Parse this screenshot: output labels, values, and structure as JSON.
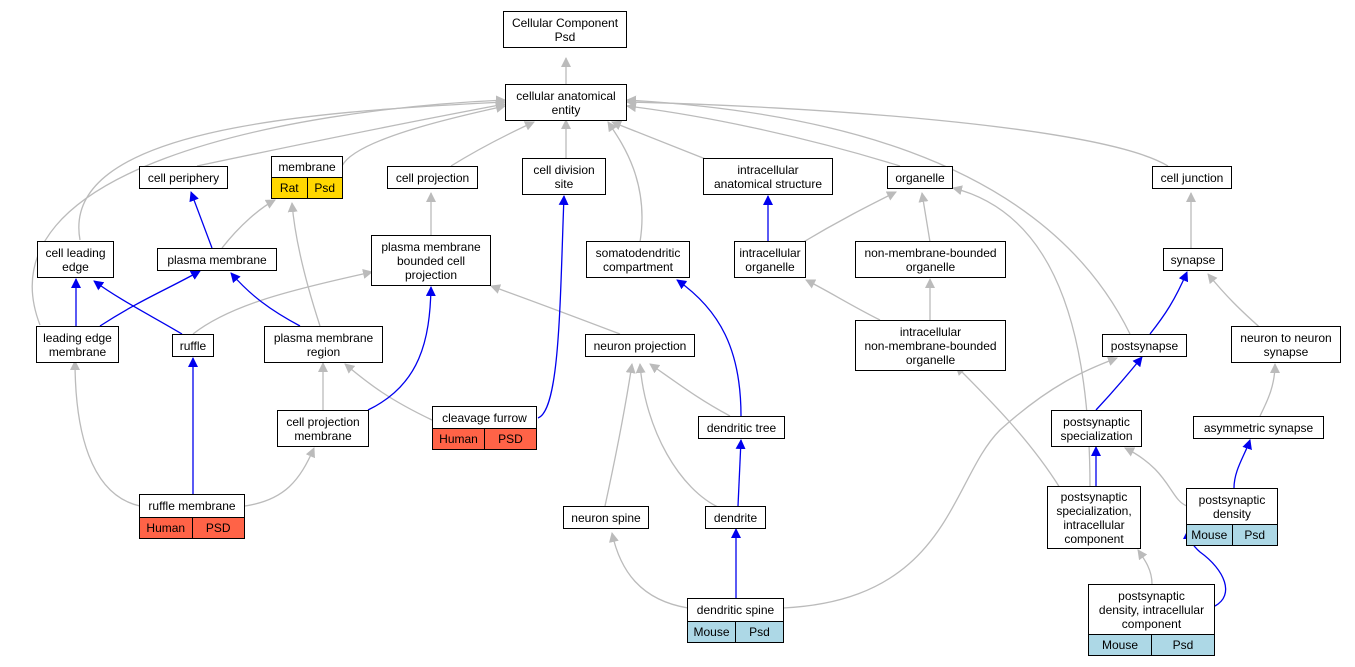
{
  "colors": {
    "is_a_edge": "#bbbbbb",
    "part_of_edge": "#0000ee",
    "node_border": "#000000",
    "human_tag": "#ff6347",
    "mouse_tag": "#add8e6",
    "rat_tag": "#ffd700"
  },
  "nodes": {
    "cc_psd": {
      "label": "Cellular Component\nPsd"
    },
    "cae": {
      "label": "cellular anatomical\nentity"
    },
    "periphery": {
      "label": "cell periphery"
    },
    "membrane": {
      "label": "membrane",
      "tags": [
        "Rat",
        "Psd"
      ]
    },
    "cell_projection": {
      "label": "cell projection"
    },
    "cds": {
      "label": "cell division\nsite"
    },
    "ias": {
      "label": "intracellular\nanatomical structure"
    },
    "organelle": {
      "label": "organelle"
    },
    "junction": {
      "label": "cell junction"
    },
    "leading_edge": {
      "label": "cell leading\nedge"
    },
    "plasma_membrane": {
      "label": "plasma membrane"
    },
    "pmbcp": {
      "label": "plasma membrane\nbounded cell\nprojection"
    },
    "somato": {
      "label": "somatodendritic\ncompartment"
    },
    "io": {
      "label": "intracellular\norganelle"
    },
    "nmbo": {
      "label": "non-membrane-bounded\norganelle"
    },
    "synapse": {
      "label": "synapse"
    },
    "lem": {
      "label": "leading edge\nmembrane"
    },
    "ruffle": {
      "label": "ruffle"
    },
    "pmr": {
      "label": "plasma membrane\nregion"
    },
    "neuron_projection": {
      "label": "neuron projection"
    },
    "inmbo": {
      "label": "intracellular\nnon-membrane-bounded\norganelle"
    },
    "postsynapse": {
      "label": "postsynapse"
    },
    "n2n": {
      "label": "neuron to neuron\nsynapse"
    },
    "cpm": {
      "label": "cell projection\nmembrane"
    },
    "cleavage": {
      "label": "cleavage furrow",
      "tags": [
        "Human",
        "PSD"
      ]
    },
    "dtree": {
      "label": "dendritic tree"
    },
    "ps_spec": {
      "label": "postsynaptic\nspecialization"
    },
    "asym": {
      "label": "asymmetric synapse"
    },
    "ruffle_membrane": {
      "label": "ruffle membrane",
      "tags": [
        "Human",
        "PSD"
      ]
    },
    "nspine": {
      "label": "neuron spine"
    },
    "dendrite": {
      "label": "dendrite"
    },
    "pssic": {
      "label": "postsynaptic\nspecialization,\nintracellular\ncomponent"
    },
    "psd": {
      "label": "postsynaptic\ndensity",
      "tags": [
        "Mouse",
        "Psd"
      ]
    },
    "dspine": {
      "label": "dendritic spine",
      "tags": [
        "Mouse",
        "Psd"
      ]
    },
    "psdic": {
      "label": "postsynaptic\ndensity, intracellular\ncomponent",
      "tags": [
        "Mouse",
        "Psd"
      ]
    }
  }
}
